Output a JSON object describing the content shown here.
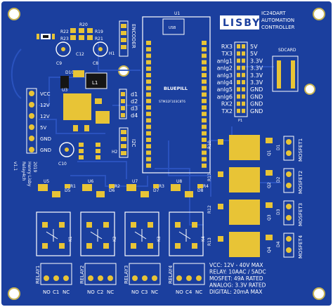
{
  "colors": {
    "pcb": "#1b3f9e",
    "pcb_dark": "#10286f",
    "trace": "#2c55c2",
    "pad": "#e8c436",
    "silk": "#ffffff",
    "black": "#151515"
  },
  "brand": {
    "logo": "LISBY",
    "title_line1": "IC24DART",
    "title_line2": "AUTOMATION",
    "title_line3": "CONTROLLER"
  },
  "labels": {
    "u1": "U1",
    "usb": "USB",
    "bluepill": "BLUEPILL",
    "stm": "STM32F103C8T6",
    "encoder": "ENCODER",
    "i2c": "I2C",
    "sdcard": "SDCARD",
    "u3": "U3",
    "l1": "L1",
    "d10": "D10",
    "c9": "C9",
    "c10": "C10",
    "c12": "C12",
    "c8": "C8",
    "r22": "R22",
    "r23": "R23",
    "r20": "R20",
    "r19": "R19",
    "r21": "R21",
    "h1": "H1",
    "h2": "H2",
    "p1": "P1"
  },
  "power_pins": [
    "VCC",
    "12V",
    "12V",
    "5V",
    "GND",
    "GND"
  ],
  "digital_pins": [
    "d1",
    "d2",
    "d3",
    "d4"
  ],
  "header_pins": [
    "RX3",
    "TX3",
    "anlg1",
    "anlg2",
    "anlg3",
    "anlg4",
    "anlg5",
    "anlg6",
    "RX2",
    "TX2"
  ],
  "header_right": [
    "5V",
    "5V",
    "3.3V",
    "3.3V",
    "3.3V",
    "3.3V",
    "GND",
    "GND",
    "GND",
    "GND"
  ],
  "side_text": {
    "line1": "2019",
    "line2": "Henry Lisby",
    "line3": "v1.1",
    "line4": "Relay4ch"
  },
  "relays": [
    {
      "name": "RELAY1",
      "k": "K1",
      "d": "D5",
      "u": "U5",
      "r": "R1",
      "terms": [
        "NO",
        "C1",
        "NC"
      ]
    },
    {
      "name": "RELAY2",
      "k": "K2",
      "d": "D6",
      "u": "U6",
      "r": "R2",
      "terms": [
        "NO",
        "C2",
        "NC"
      ]
    },
    {
      "name": "RELAY3",
      "k": "K3",
      "d": "D7",
      "u": "U7",
      "r": "R3",
      "terms": [
        "NO",
        "C3",
        "NC"
      ]
    },
    {
      "name": "RELAY4",
      "k": "K4",
      "d": "D8",
      "u": "U8",
      "r": "R4",
      "terms": [
        "NO",
        "C4",
        "NC"
      ]
    }
  ],
  "mosfets": [
    {
      "name": "MOSFET1",
      "q": "Q1",
      "d": "D1",
      "r": "R10"
    },
    {
      "name": "MOSFET2",
      "q": "Q2",
      "d": "D2",
      "r": "R11"
    },
    {
      "name": "MOSFET3",
      "q": "Q3",
      "d": "D3",
      "r": "R12"
    },
    {
      "name": "MOSFET4",
      "q": "Q4",
      "d": "D4",
      "r": "R13"
    }
  ],
  "specs": [
    "VCC: 12V - 40V MAX",
    "RELAY: 10AAC / 5ADC",
    "MOSFET: 49A RATED",
    "ANALOG: 3.3V RATED",
    "DIGITAL: 20mA MAX"
  ]
}
